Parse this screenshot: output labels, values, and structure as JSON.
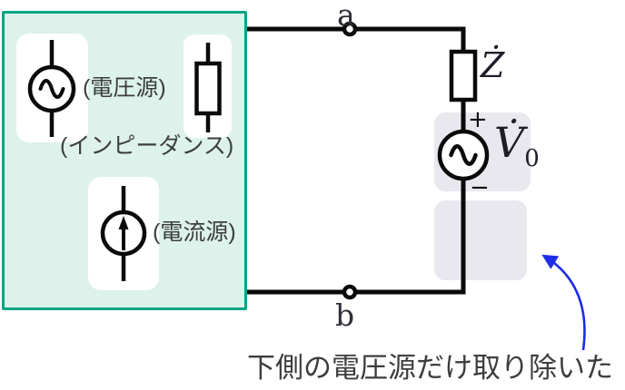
{
  "figure": {
    "terminals": {
      "top": "a",
      "bottom": "b"
    },
    "right_branch": {
      "impedance_label": "Ż",
      "source_label_main": "V̇",
      "source_label_sub": "0",
      "polarity_plus": "+",
      "polarity_minus": "−"
    },
    "black_box": {
      "voltage_source_label": "(電圧源)",
      "impedance_label": "(インピーダンス)",
      "current_source_label": "(電流源)"
    },
    "caption": "下側の電圧源だけ取り除いた",
    "colors": {
      "box_border": "#00a685",
      "box_fill": "#ddf2ea",
      "element_card": "#ffffff",
      "removed_region": "#e9e8ef",
      "wire": "#0a0a0a",
      "annotation_arrow": "#1d2ce8",
      "text": "#3d3d3d"
    }
  }
}
